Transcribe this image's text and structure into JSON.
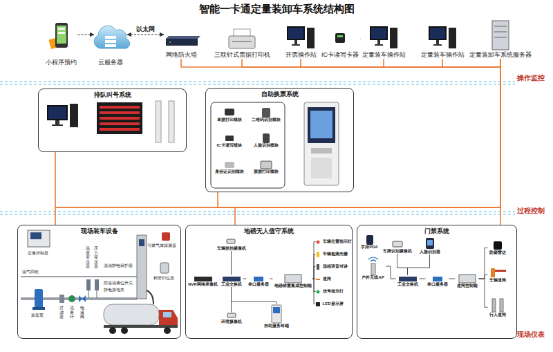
{
  "diagram": {
    "title": "智能一卡通定量装卸车系统结构图",
    "nodes": [
      {
        "text": [
          "小程序预约"
        ]
      },
      {
        "text": [
          "云服务器"
        ]
      },
      {
        "text": [
          "网络防火墙"
        ]
      },
      {
        "text": [
          "三联针式票据打印机"
        ]
      },
      {
        "text": [
          "开票操作站"
        ]
      },
      {
        "text": [
          "IC卡读写卡器"
        ]
      },
      {
        "text": [
          "定量装车操作站"
        ]
      },
      {
        "text": [
          "定量装车操作站"
        ]
      },
      {
        "text": [
          "定量装卸车系统服务器"
        ]
      },
      {
        "text": [
          "排队叫号系统"
        ]
      },
      {
        "text": [
          "自助换票系统"
        ]
      },
      {
        "text": [
          "单据打印模块"
        ],
        "in": 10
      },
      {
        "text": [
          "二维码识别模块"
        ],
        "in": 10
      },
      {
        "text": [
          "IC卡读写模块"
        ],
        "in": 10
      },
      {
        "text": [
          "人脸识别模块"
        ],
        "in": 10
      },
      {
        "text": [
          "身份证识别模块"
        ],
        "in": 10
      },
      {
        "text": [
          "票据打印模块"
        ],
        "in": 10
      },
      {
        "text": [
          "现场装车设备"
        ]
      },
      {
        "text": [
          "地磅无人值守系统"
        ]
      },
      {
        "text": [
          "车辆抓拍摄像机"
        ],
        "in": 18
      },
      {
        "text": [
          "NVR网络录像机"
        ],
        "in": 18
      },
      {
        "text": [
          "工业交换机"
        ],
        "in": 18
      },
      {
        "text": [
          "串口服务器"
        ],
        "in": 18
      },
      {
        "text": [
          "地磅称重集成控制箱"
        ],
        "in": 18
      },
      {
        "text": [
          "车辆位置指示灯"
        ],
        "in": 18
      },
      {
        "text": [
          "车辆检测光栅"
        ],
        "in": 18
      },
      {
        "text": [
          "远程语音对讲"
        ],
        "in": 18
      },
      {
        "text": [
          "道闸"
        ],
        "in": 18
      },
      {
        "text": [
          "信号指示灯"
        ],
        "in": 18
      },
      {
        "text": [
          "LED显示屏"
        ],
        "in": 18
      },
      {
        "text": [
          "环境摄像机"
        ],
        "in": 18
      },
      {
        "text": [
          "自助服务终端"
        ],
        "in": 18
      },
      {
        "text": [
          "门禁系统"
        ]
      },
      {
        "text": [
          "手持PDA"
        ],
        "in": 32
      },
      {
        "text": [
          "车牌识别摄像机"
        ],
        "in": 32
      },
      {
        "text": [
          "人脸识别器"
        ],
        "in": 32
      },
      {
        "text": [
          "户外无线AP"
        ],
        "in": 32
      },
      {
        "text": [
          "工业交换机"
        ],
        "in": 32
      },
      {
        "text": [
          "串口服务器"
        ],
        "in": 32
      },
      {
        "text": [
          "道闸控制箱"
        ],
        "in": 32
      },
      {
        "text": [
          "防砸雷达"
        ],
        "in": 32
      },
      {
        "text": [
          "车辆道闸"
        ],
        "in": 32
      },
      {
        "text": [
          "行人道闸"
        ],
        "in": 32
      }
    ],
    "edges": [
      {
        "from": 0,
        "to": 1,
        "arrow": "to"
      },
      {
        "from": 1,
        "to": 2,
        "label": "以太网",
        "arrow": "both"
      },
      {
        "from": 2,
        "to": 8,
        "arrow": "none"
      },
      {
        "from": 3,
        "to": 8,
        "arrow": "none"
      },
      {
        "from": 4,
        "to": 8,
        "arrow": "none"
      },
      {
        "from": 5,
        "to": 6,
        "arrow": "none"
      },
      {
        "from": 6,
        "to": 8,
        "arrow": "none"
      },
      {
        "from": 7,
        "to": 8,
        "arrow": "none"
      },
      {
        "from": 8,
        "to": 9,
        "arrow": "none"
      },
      {
        "from": 8,
        "to": 10,
        "arrow": "none"
      },
      {
        "from": 8,
        "to": 17,
        "arrow": "none"
      },
      {
        "from": 8,
        "to": 18,
        "arrow": "none"
      },
      {
        "from": 8,
        "to": 32,
        "arrow": "none"
      },
      {
        "from": 20,
        "to": 21,
        "arrow": "none"
      },
      {
        "from": 21,
        "to": 22,
        "arrow": "none"
      },
      {
        "from": 22,
        "to": 23,
        "arrow": "none"
      },
      {
        "from": 21,
        "to": 19,
        "arrow": "none"
      },
      {
        "from": 21,
        "to": 30,
        "arrow": "none"
      },
      {
        "from": 21,
        "to": 31,
        "arrow": "none"
      },
      {
        "from": 23,
        "to": 24,
        "arrow": "none"
      },
      {
        "from": 23,
        "to": 25,
        "arrow": "none"
      },
      {
        "from": 23,
        "to": 26,
        "arrow": "none"
      },
      {
        "from": 23,
        "to": 27,
        "arrow": "none"
      },
      {
        "from": 23,
        "to": 28,
        "arrow": "none"
      },
      {
        "from": 23,
        "to": 29,
        "arrow": "none"
      },
      {
        "from": 36,
        "to": 37,
        "arrow": "none"
      },
      {
        "from": 34,
        "to": 37,
        "arrow": "none"
      },
      {
        "from": 35,
        "to": 37,
        "arrow": "none"
      },
      {
        "from": 37,
        "to": 38,
        "arrow": "none"
      },
      {
        "from": 38,
        "to": 39,
        "arrow": "none"
      },
      {
        "from": 39,
        "to": 40,
        "arrow": "none"
      },
      {
        "from": 39,
        "to": 41,
        "arrow": "none"
      },
      {
        "from": 39,
        "to": 42,
        "arrow": "none"
      }
    ],
    "labels": [
      "操作监控",
      "过程控制",
      "现场仪表",
      "定量控制器",
      "可燃气体探测器",
      "溢油静电保护器",
      "鹤管归位器",
      "防溢油液位开关",
      "静电接地夹",
      "油气回收",
      "装车泵",
      "过滤器",
      "流量计",
      "电液阀",
      "温度变送器",
      "压力变送器"
    ]
  }
}
